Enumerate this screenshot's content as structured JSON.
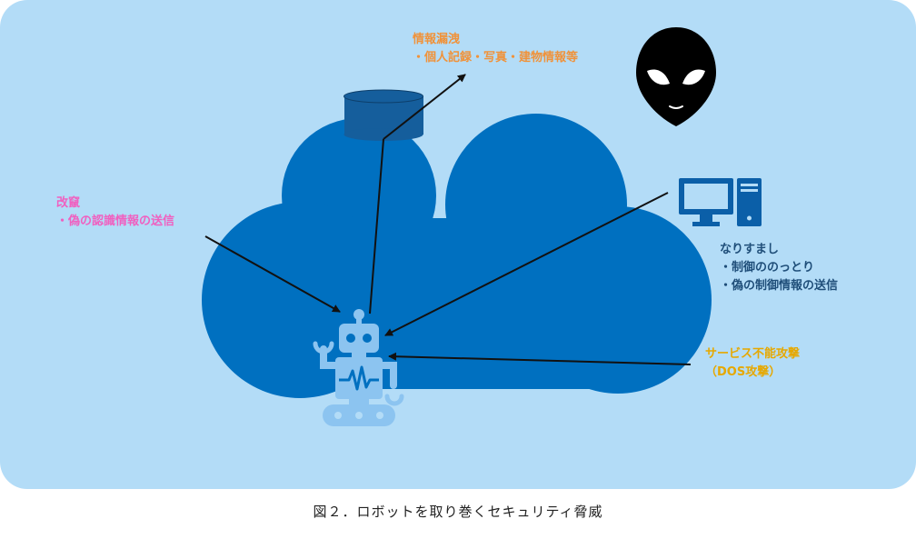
{
  "colors": {
    "background_panel": "#b3dcf7",
    "cloud": "#0070c0",
    "database": "#155e9c",
    "robot": "#8cc4f0",
    "computer": "#0b5fa8",
    "alien": "#000000",
    "arrow": "#111111",
    "leak_text": "#f0923a",
    "tamper_text": "#f060c0",
    "spoof_text": "#1f4e79",
    "dos_text": "#e6a800"
  },
  "icons": {
    "database": "database-icon",
    "alien": "alien-icon",
    "computer": "computer-icon",
    "robot": "robot-icon",
    "cloud": "cloud-shape"
  },
  "threats": {
    "leak": {
      "title": "情報漏洩",
      "item": "・個人記録・写真・建物情報等"
    },
    "tamper": {
      "title": "改竄",
      "item": "・偽の認識情報の送信"
    },
    "spoof": {
      "title": "なりすまし",
      "item1": "・制御ののっとり",
      "item2": "・偽の制御情報の送信"
    },
    "dos": {
      "title": "サービス不能攻撃",
      "item": "（DOS攻撃）"
    }
  },
  "caption": "図２．ロボットを取り巻くセキュリティ脅威"
}
